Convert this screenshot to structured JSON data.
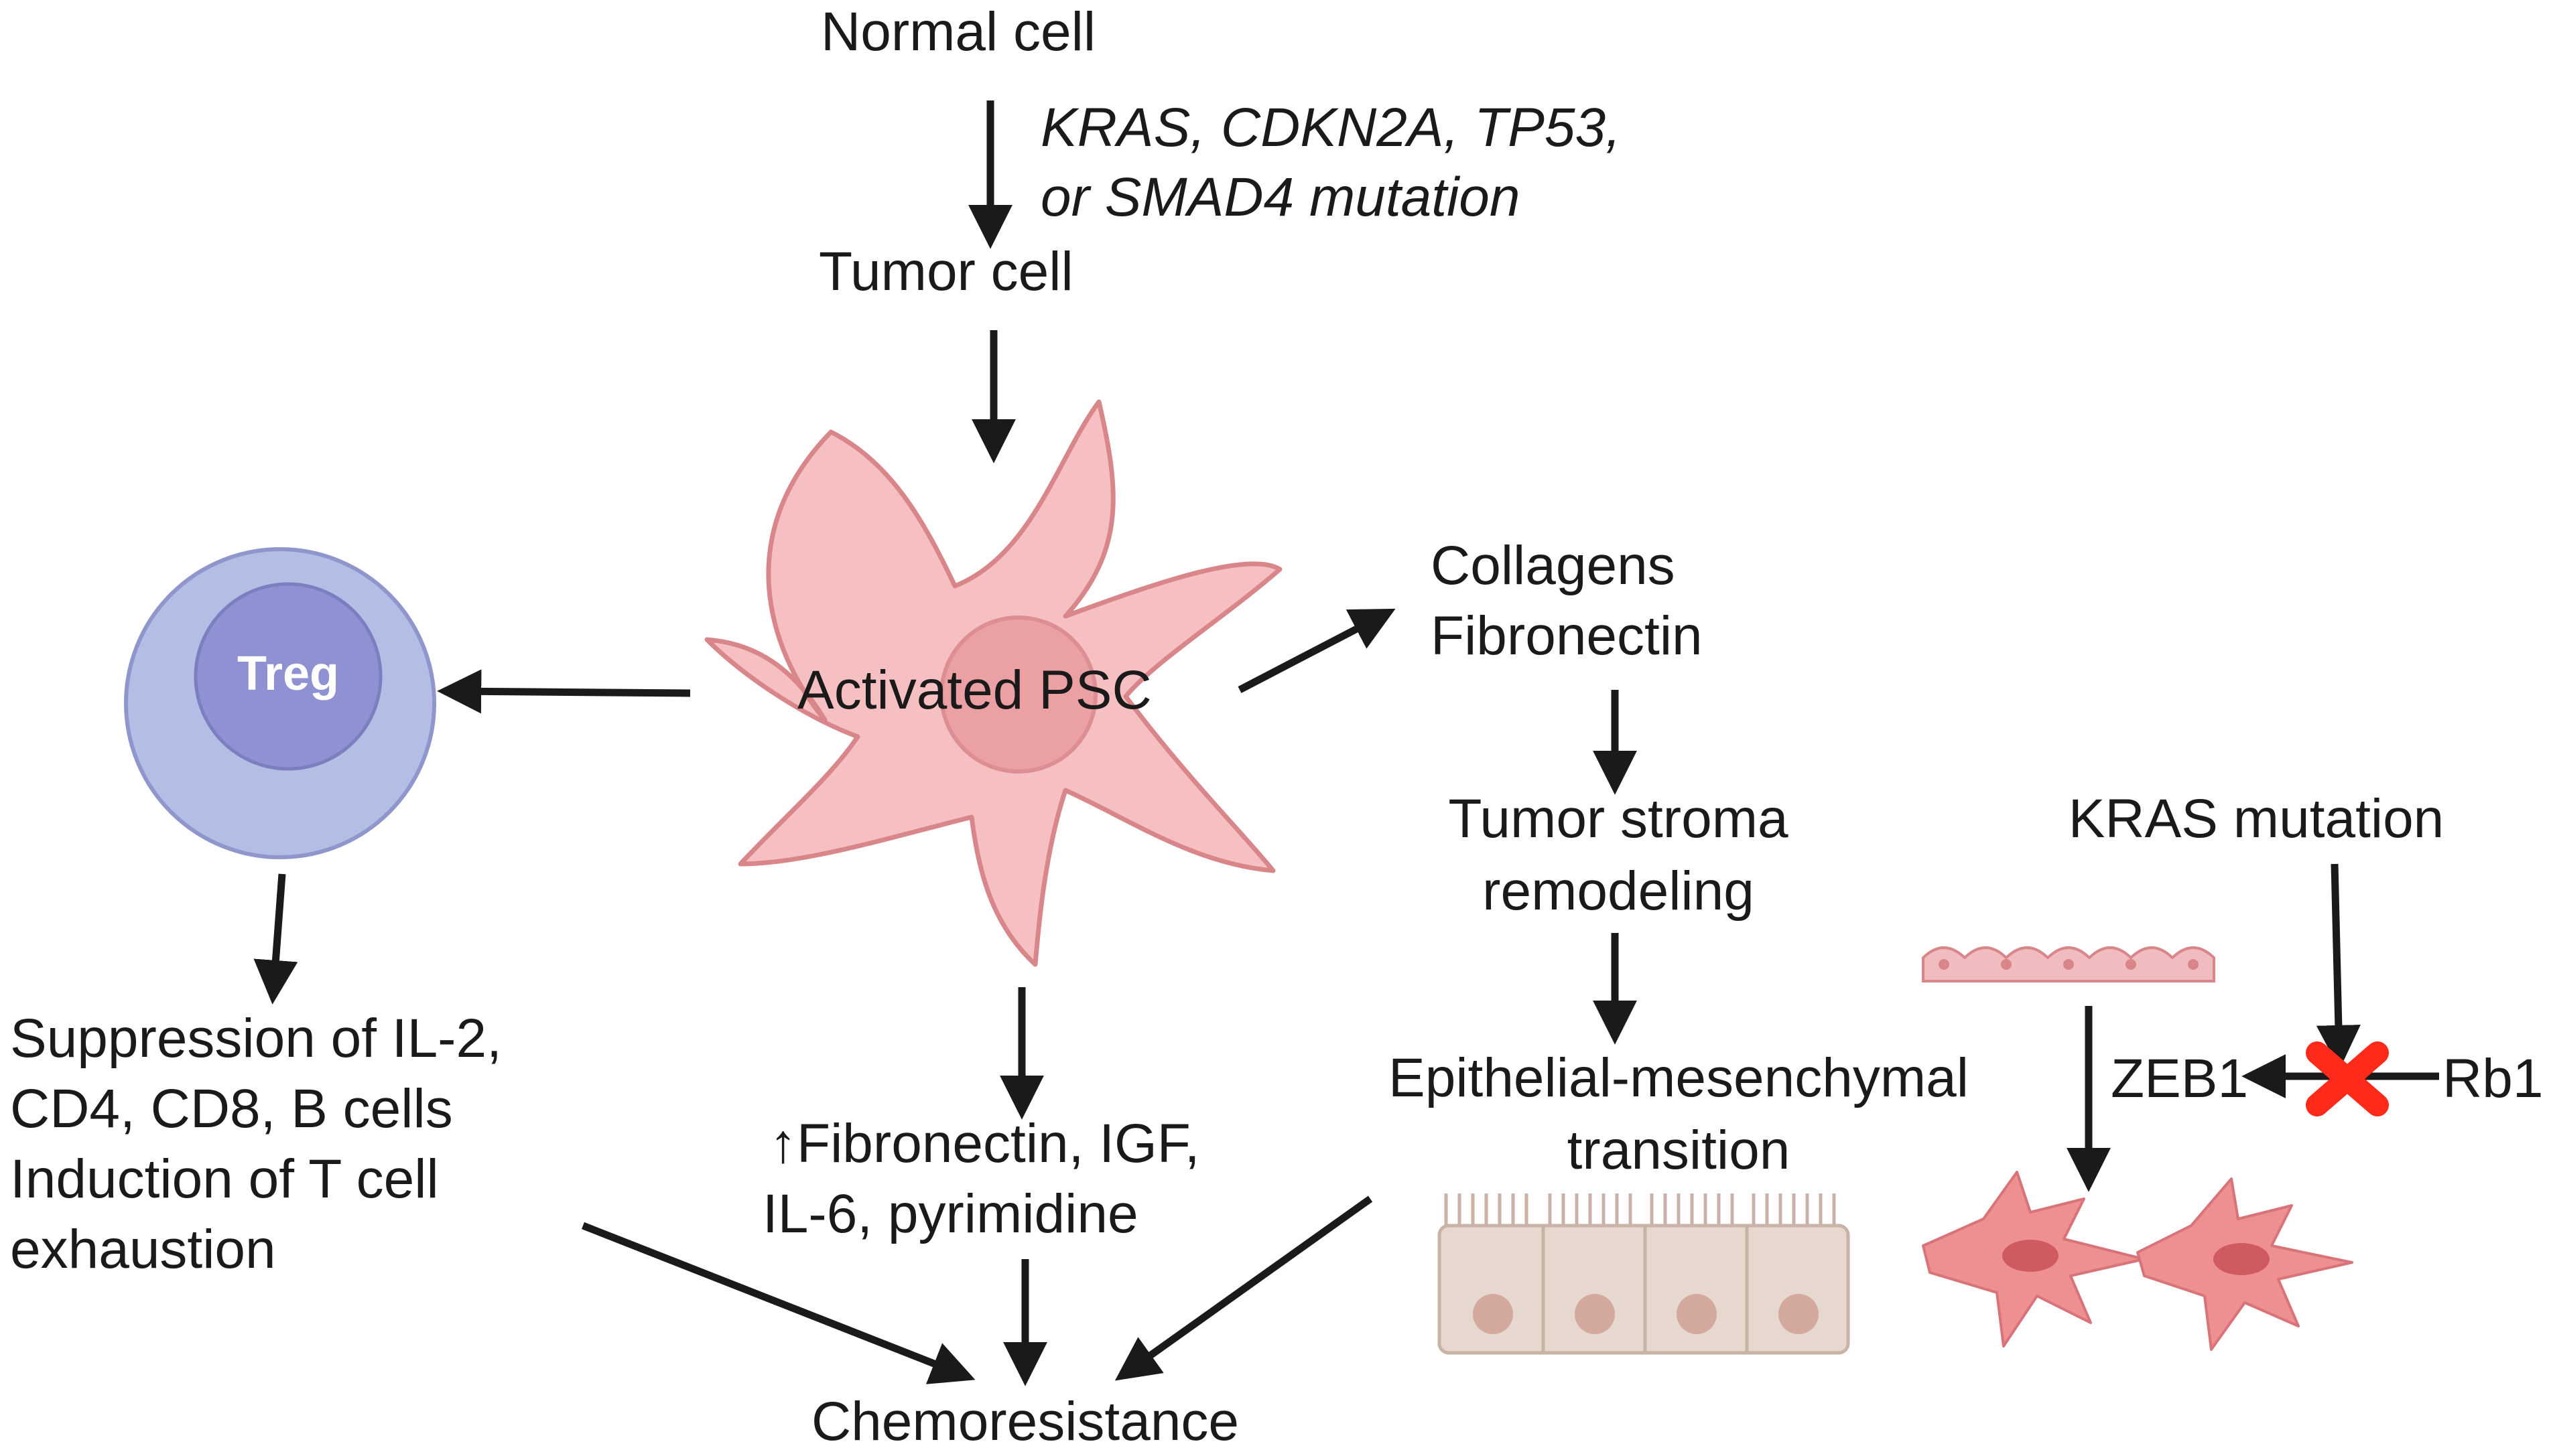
{
  "labels": {
    "normal_cell": "Normal cell",
    "mutation_line1": "KRAS, CDKN2A, TP53,",
    "mutation_line2": "or SMAD4 mutation",
    "tumor_cell": "Tumor cell",
    "activated_psc": "Activated PSC",
    "treg": "Treg",
    "collagens": "Collagens",
    "fibronectin": "Fibronectin",
    "stroma_line1": "Tumor stroma",
    "stroma_line2": "remodeling",
    "emt_line1": "Epithelial-mesenchymal",
    "emt_line2": "transition",
    "kras_mutation": "KRAS mutation",
    "zeb1": "ZEB1",
    "rb1": "Rb1",
    "suppression_line1": "Suppression of IL-2,",
    "suppression_line2": "CD4, CD8, B cells",
    "suppression_line3": "Induction of T cell",
    "suppression_line4": "exhaustion",
    "secreted_line1": "↑Fibronectin, IGF,",
    "secreted_line2": "IL-6, pyrimidine",
    "chemoresistance": "Chemoresistance"
  },
  "colors": {
    "psc_fill": "#f6c0c2",
    "psc_stroke": "#d9868b",
    "psc_nucleus": "#eba0a3",
    "treg_outer": "#b4bde3",
    "treg_inner": "#8e92d2",
    "epithelial_fill": "#e7d8cf",
    "mesenchymal_fill": "#ee8f91",
    "inhibition_x": "#ff2a1a",
    "arrow": "#1a1a1a"
  },
  "icons": [
    "activated-psc-cell",
    "treg-cell",
    "epithelial-cells",
    "mesenchymal-cells",
    "inhibition-x-icon"
  ]
}
